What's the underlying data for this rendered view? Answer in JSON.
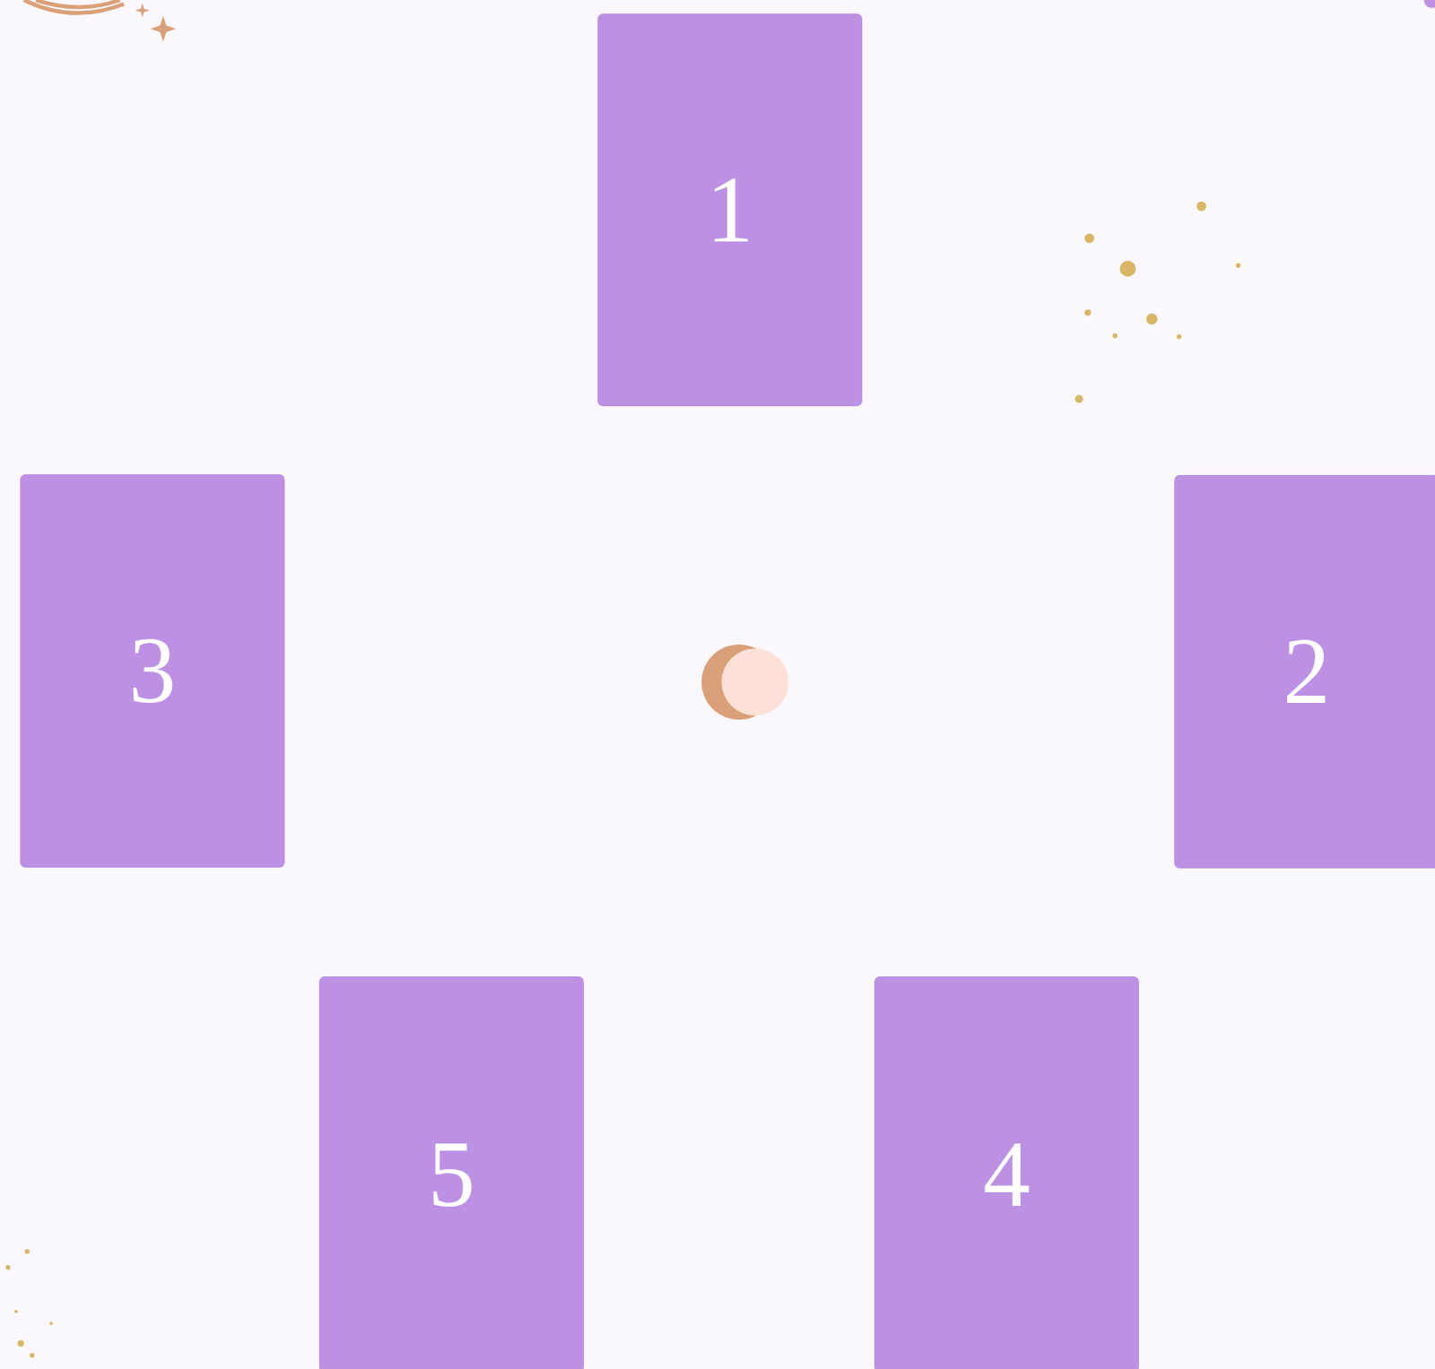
{
  "diagram": {
    "nodes": [
      {
        "text": [
          "1"
        ]
      },
      {
        "text": [
          "3"
        ]
      },
      {
        "text": [
          "2"
        ]
      },
      {
        "text": [
          "5"
        ]
      },
      {
        "text": [
          "4"
        ]
      }
    ]
  }
}
